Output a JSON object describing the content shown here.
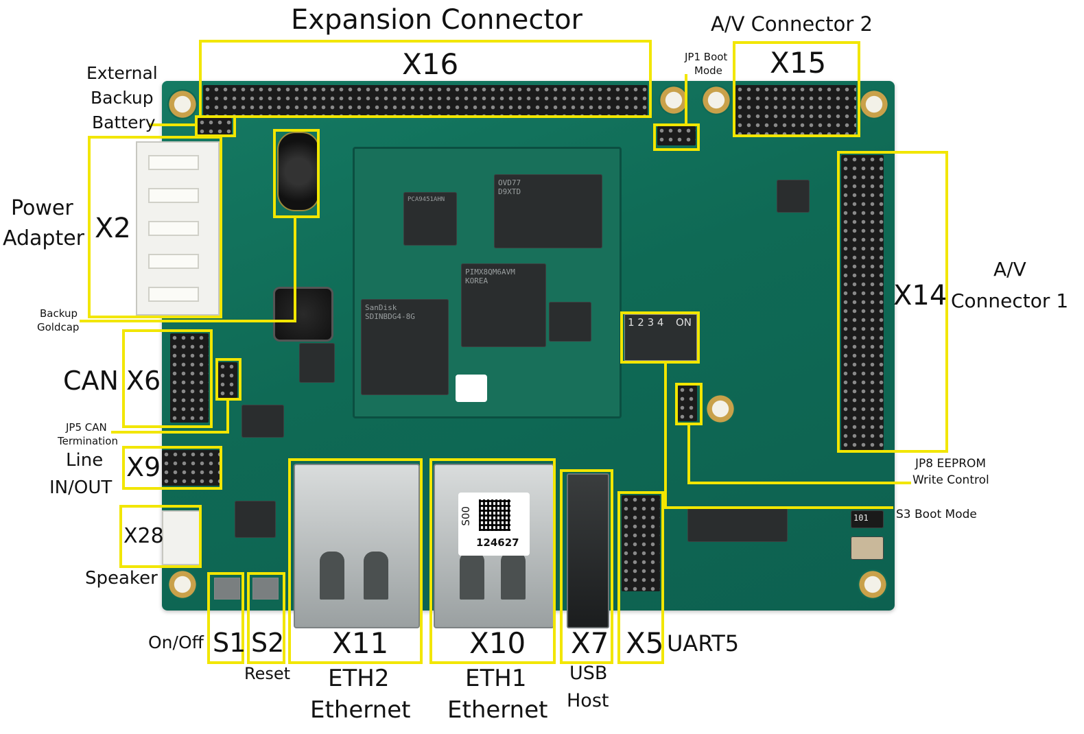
{
  "connectors": {
    "x16": "X16",
    "x15": "X15",
    "x14": "X14",
    "x2": "X2",
    "x6": "X6",
    "x9": "X9",
    "x28": "X28",
    "x11": "X11",
    "x10": "X10",
    "x7": "X7",
    "x5": "X5",
    "s1": "S1",
    "s2": "S2"
  },
  "labels": {
    "expansion": "Expansion Connector",
    "av2": "A/V Connector 2",
    "av1_line1": "A/V",
    "av1_line2": "Connector 1",
    "battery_line1": "External",
    "battery_line2": "Backup",
    "battery_line3": "Battery",
    "power_line1": "Power",
    "power_line2": "Adapter",
    "goldcap_line1": "Backup",
    "goldcap_line2": "Goldcap",
    "can": "CAN",
    "jp5_line1": "JP5 CAN",
    "jp5_line2": "Termination",
    "line_line1": "Line",
    "line_line2": "IN/OUT",
    "speaker": "Speaker",
    "onoff": "On/Off",
    "reset": "Reset",
    "eth2": "ETH2",
    "eth1": "ETH1",
    "ethernet": "Ethernet",
    "usb": "USB",
    "host": "Host",
    "uart5": "UART5",
    "jp1_line1": "JP1 Boot",
    "jp1_line2": "Mode",
    "jp8_line1": "JP8 EEPROM",
    "jp8_line2": "Write Control",
    "s3": "S3 Boot Mode"
  },
  "board_markings": {
    "ram": "OVD77\nD9XTD",
    "soc": "PIMX8QM6AVM\nKOREA",
    "emmc": "SanDisk\nSDINBDG4-8G",
    "pmic": "PCA9451AHN",
    "label_code": "124627",
    "label_side": "S00",
    "dip": "1 2 3 4",
    "dip_on": "ON",
    "cap_mark": "101"
  },
  "colors": {
    "annotation": "#f2e600",
    "board": "#0f6a55"
  }
}
